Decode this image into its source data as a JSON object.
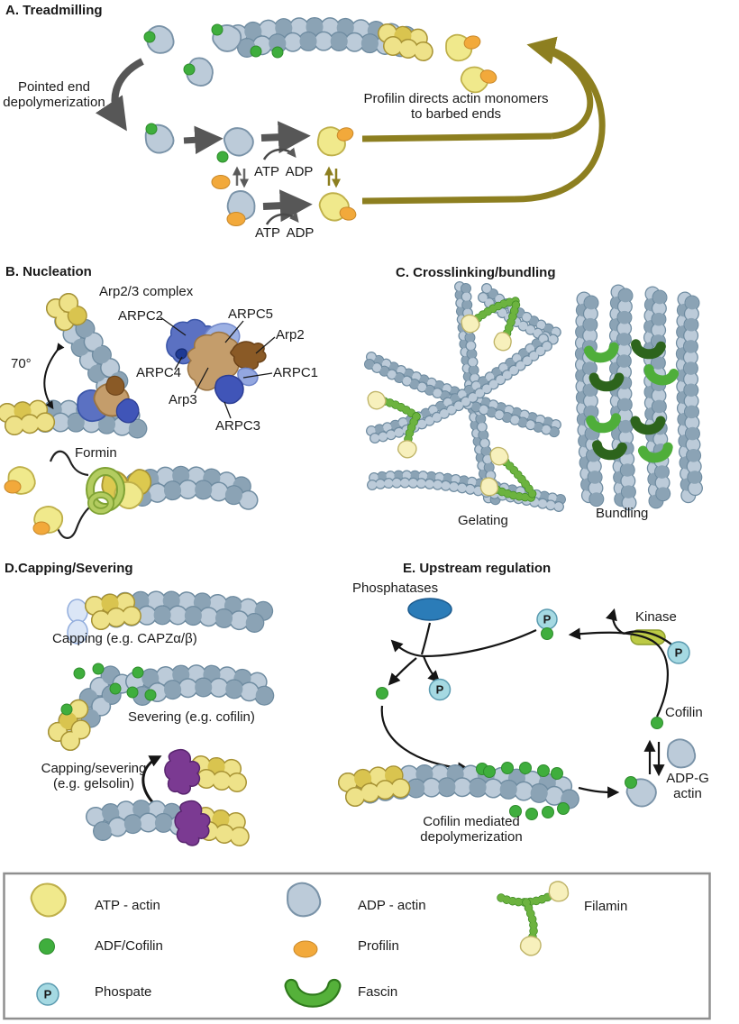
{
  "palette": {
    "atp_actin_yellow": "#f0e98c",
    "gold_actin": "#dcc94f",
    "adp_actin_blue": "#bccbd9",
    "adp_actin_dark": "#8ba3b5",
    "cofilin_green": "#3fae3d",
    "profilin_orange": "#f2a93b",
    "phosphate_blue": "#a5d9e2",
    "phosphatase_blue": "#2b7cb8",
    "kinase_green": "#bcca45",
    "gelsolin_purple": "#7b3a92",
    "formin_green": "#a8c95e",
    "fascin_light_green": "#4fae3a",
    "fascin_dark_green": "#2d641c",
    "filamin_green": "#6cb33f",
    "arrow_olive": "#8d7f20",
    "arrow_gray": "#575757"
  },
  "sections": {
    "a": {
      "title": "A. Treadmilling",
      "pointed_end_label": "Pointed end\ndepolymerization",
      "profilin_label": "Profilin directs actin monomers\nto barbed ends",
      "atp_label": "ATP",
      "adp_label": "ADP"
    },
    "b": {
      "title": "B. Nucleation",
      "complex_title": "Arp2/3 complex",
      "angle_label": "70°",
      "subunits": {
        "arpc2": "ARPC2",
        "arpc5": "ARPC5",
        "arp2": "Arp2",
        "arpc4": "ARPC4",
        "arpc1": "ARPC1",
        "arp3": "Arp3",
        "arpc3": "ARPC3"
      },
      "formin_label": "Formin"
    },
    "c": {
      "title": "C. Crosslinking/bundling",
      "gelating_label": "Gelating",
      "bundling_label": "Bundling"
    },
    "d": {
      "title": "D.Capping/Severing",
      "capping_label": "Capping (e.g. CAPZα/β)",
      "severing_label": "Severing (e.g. cofilin)",
      "capping_severing_label": "Capping/severing\n(e.g. gelsolin)"
    },
    "e": {
      "title": "E. Upstream regulation",
      "phosphatases_label": "Phosphatases",
      "kinase_label": "Kinase",
      "cofilin_label": "Cofilin",
      "adp_g_actin_label": "ADP-G\nactin",
      "cofilin_mediated_label": "Cofilin mediated\ndepolymerization",
      "phosphate_letter": "P"
    }
  },
  "legend": {
    "items": [
      {
        "icon": "atp-actin-icon",
        "label": "ATP - actin"
      },
      {
        "icon": "adf-cofilin-icon",
        "label": "ADF/Cofilin"
      },
      {
        "icon": "phosphate-icon",
        "label": "Phospate"
      },
      {
        "icon": "adp-actin-icon",
        "label": "ADP - actin"
      },
      {
        "icon": "profilin-icon",
        "label": "Profilin"
      },
      {
        "icon": "fascin-icon",
        "label": "Fascin"
      },
      {
        "icon": "filamin-icon",
        "label": "Filamin"
      }
    ],
    "phosphate_letter": "P"
  }
}
